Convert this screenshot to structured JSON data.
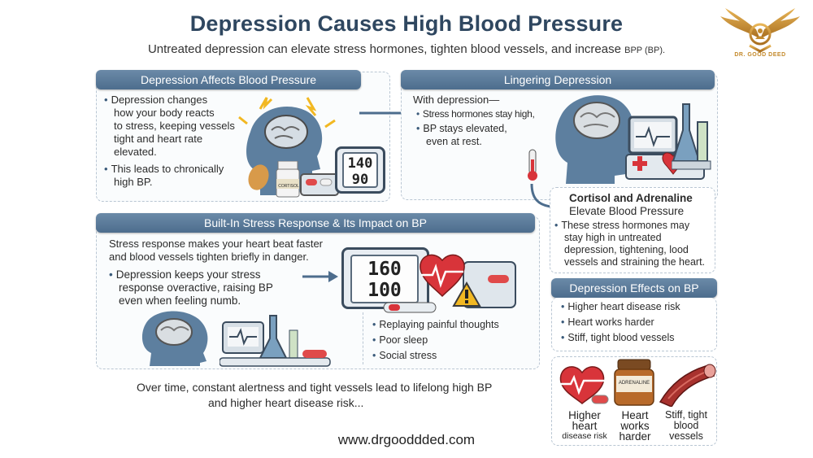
{
  "header": {
    "title": "Depression Causes High Blood Pressure",
    "subtitle_main": "Untreated depression can elevate stress hormones, tighten blood vessels, and increase",
    "subtitle_small": "BPP (BP)."
  },
  "logo": {
    "brand": "DR. GOOD DEED"
  },
  "panel1": {
    "banner": "Depression Affects Blood Pressure",
    "bullet1": [
      "Depression changes",
      "how your body reacts",
      "to stress, keeping vessels",
      "tight and heart rate",
      "elevated."
    ],
    "bullet2": [
      "This leads to chronically",
      "high BP."
    ],
    "monitor_top": "140",
    "monitor_bottom": "90",
    "bottle_label": "CORTISOL"
  },
  "panel2": {
    "banner": "Lingering Depression",
    "intro": "With depression—",
    "bullet1": "Stress hormones stay high,",
    "bullet2": [
      "BP stays elevated,",
      "even at rest."
    ]
  },
  "cortisol": {
    "heading": "Cortisol and Adrenaline",
    "subheading": "Elevate Blood Pressure",
    "lines": [
      "These stress hormones may",
      "stay high in untreated",
      "depression, tightening, lood",
      "vessels and straining the heart."
    ]
  },
  "panel3": {
    "banner": "Built-In Stress Response & Its Impact on BP",
    "para": [
      "Stress response makes your heart beat faster",
      "and blood vessels tighten briefly in danger."
    ],
    "bullet1": [
      "Depression keeps your stress",
      "response overactive, raising BP",
      "even when feeling numb."
    ],
    "monitor_top": "160",
    "monitor_bottom": "100",
    "triggers": [
      "Replaying painful thoughts",
      "Poor sleep",
      "Social stress"
    ],
    "conclusion": [
      "Over time, constant alertness and tight vessels lead to lifelong high BP",
      "and higher heart disease risk..."
    ]
  },
  "effects": {
    "banner": "Depression Effects on BP",
    "items": [
      "Higher heart disease risk",
      "Heart works harder",
      "Stiff, tight blood vessels"
    ]
  },
  "cards": {
    "jar_label": "ADRENALINE",
    "captions": [
      [
        "Higher",
        "heart",
        "disease risk"
      ],
      [
        "Heart",
        "works",
        "harder"
      ],
      [
        "Stiff, tight",
        "blood",
        "vessels"
      ]
    ]
  },
  "footer": {
    "url": "www.drgooddded.com"
  },
  "colors": {
    "banner": "#5a7a9a",
    "title": "#2f4760",
    "heart": "#d8343a",
    "gold": "#c48a2c"
  }
}
